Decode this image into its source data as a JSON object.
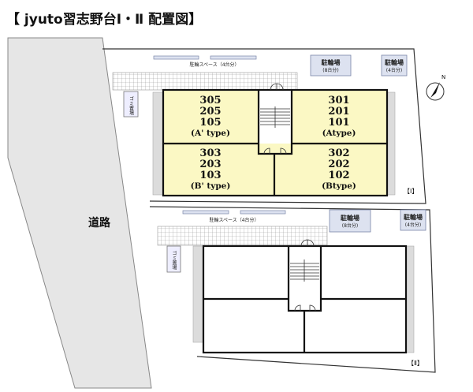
{
  "title": "【 jyuto習志野台Ⅰ・Ⅱ 配置図】",
  "road_label": "道路",
  "colors": {
    "unit_fill": "#fbf8c4",
    "road": "#e6e6e6",
    "bike_box": "#dde2f0",
    "strip": "#dcdcdc"
  },
  "compass": {
    "label": "N",
    "icon": "north-arrow-icon"
  },
  "building_1": {
    "label": "【Ⅰ】",
    "bike_space_label": "駐輪スペース（4台分）",
    "bike_lot_8": {
      "title": "駐輪場",
      "capacity": "(8台分)"
    },
    "bike_lot_4": {
      "title": "駐輪場",
      "capacity": "(4台分)"
    },
    "garbage_label": "ゴミ置場",
    "units": [
      {
        "rooms": [
          "305",
          "205",
          "105"
        ],
        "type": "(A' type)"
      },
      {
        "rooms": [
          "301",
          "201",
          "101"
        ],
        "type": "(Atype)"
      },
      {
        "rooms": [
          "303",
          "203",
          "103"
        ],
        "type": "(B' type)"
      },
      {
        "rooms": [
          "302",
          "202",
          "102"
        ],
        "type": "(Btype)"
      }
    ]
  },
  "building_2": {
    "label": "【Ⅱ】",
    "bike_space_label": "駐輪スペース（4台分）",
    "bike_lot_8": {
      "title": "駐輪場",
      "capacity": "(8台分)"
    },
    "bike_lot_4": {
      "title": "駐輪場",
      "capacity": "(4台分)"
    },
    "garbage_label": "ゴミ置場"
  }
}
